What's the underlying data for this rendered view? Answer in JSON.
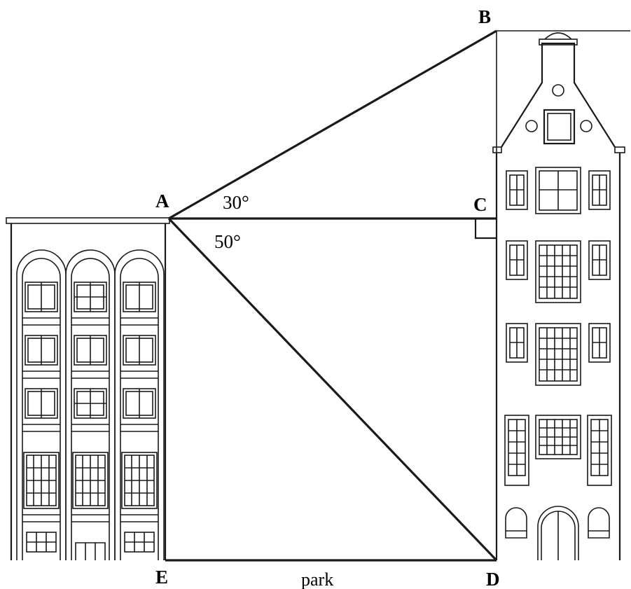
{
  "points": {
    "A": "A",
    "B": "B",
    "C": "C",
    "D": "D",
    "E": "E"
  },
  "angles": {
    "elevation": "30°",
    "depression": "50°"
  },
  "ground_label": "park"
}
